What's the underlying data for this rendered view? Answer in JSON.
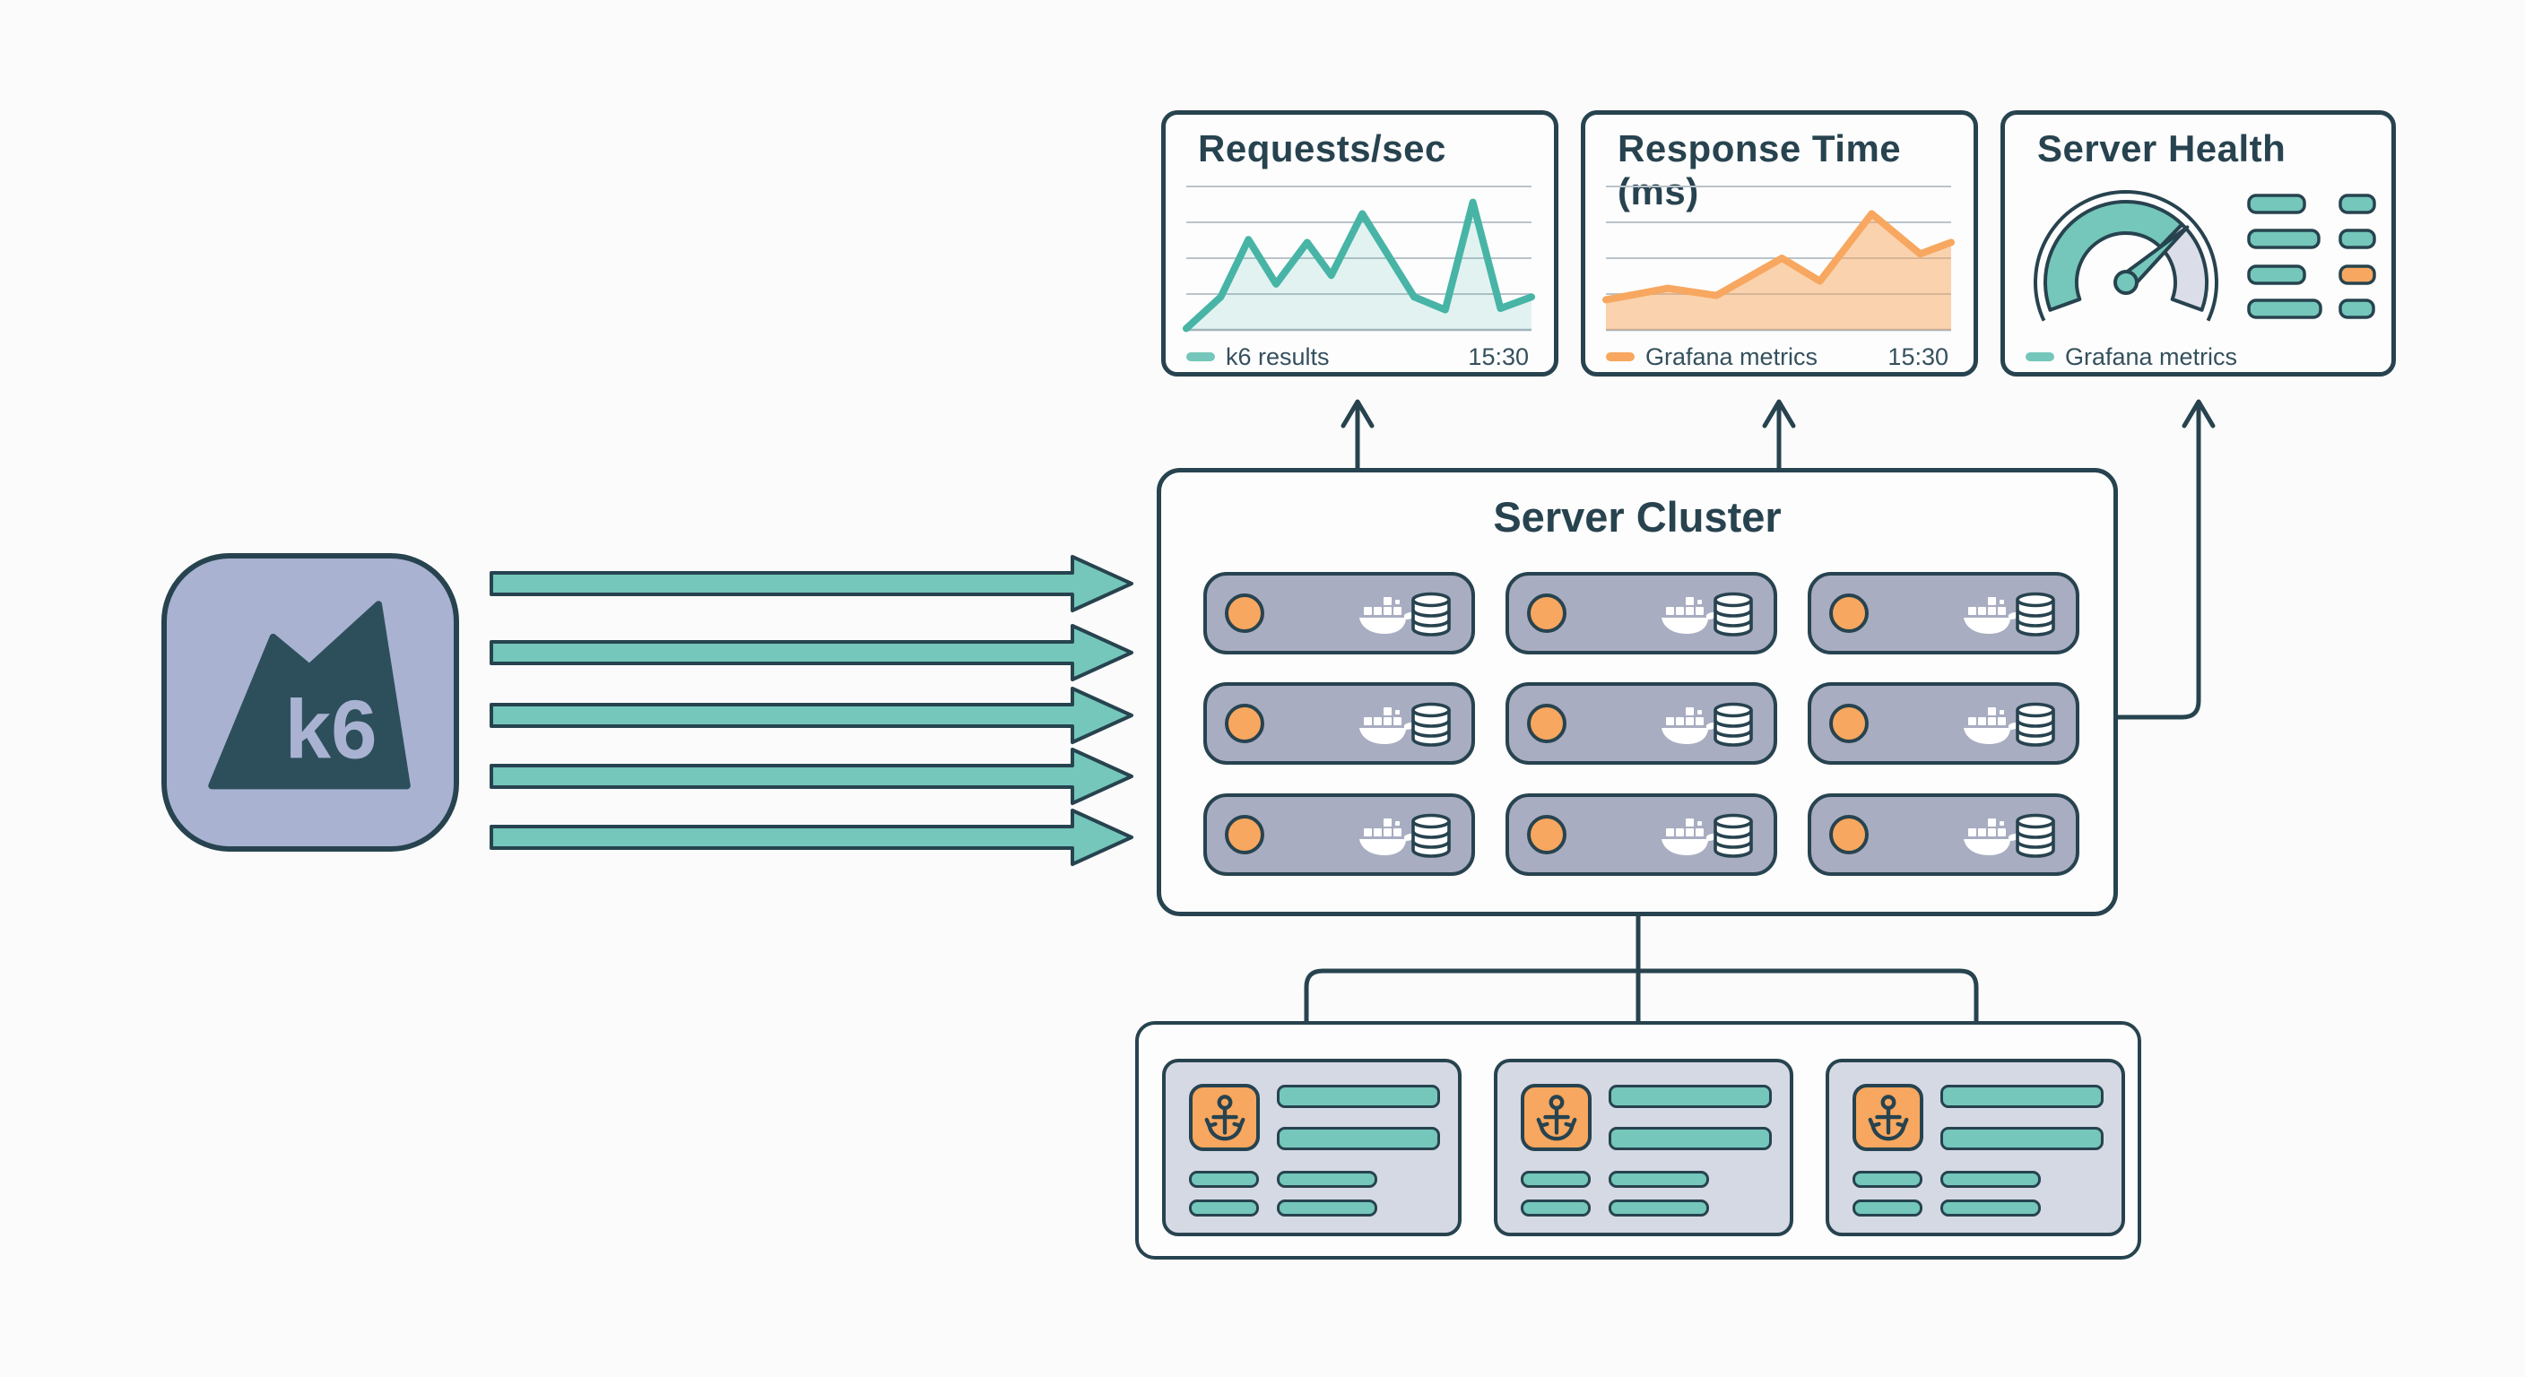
{
  "palette": {
    "ink": "#27434f",
    "teal": "#74c7ba",
    "teal_line": "#47b4a6",
    "orange": "#f7a75f",
    "lavender": "#a9b2d1",
    "mountain": "#2d4f5b",
    "node_gray": "#a8adc1",
    "card_gray": "#d5d9e4",
    "gauge_gray": "#dbdee8",
    "grid": "#b9c3cb",
    "panel_bg": "#fdfdfd",
    "page_bg": "#fafbfa"
  },
  "source": {
    "label": "k6",
    "icon": "k6-mountain-logo"
  },
  "load_arrows": {
    "count": 5,
    "icon": "arrow-right"
  },
  "cluster": {
    "title": "Server Cluster",
    "rows": 3,
    "cols": 3,
    "node_icons": [
      "status-circle",
      "docker-whale-icon",
      "database-icon"
    ]
  },
  "panels": {
    "requests": {
      "title": "Requests/sec",
      "legend": "k6 results",
      "timestamp": "15:30"
    },
    "response": {
      "title": "Response Time (ms)",
      "legend": "Grafana metrics",
      "timestamp": "15:30"
    },
    "health": {
      "title": "Server Health",
      "legend": "Grafana metrics"
    }
  },
  "containers": {
    "count": 3,
    "icon": "anchor-icon"
  },
  "chart_data": [
    {
      "type": "line",
      "title": "Requests/sec",
      "series": [
        {
          "name": "k6 results",
          "x": [
            0,
            10,
            18,
            26,
            35,
            42,
            51,
            66,
            75,
            83,
            91,
            100
          ],
          "values": [
            1,
            23,
            63,
            32,
            61,
            38,
            81,
            23,
            14,
            89,
            15,
            23
          ]
        }
      ],
      "xlim": [
        0,
        100
      ],
      "ylim": [
        0,
        100
      ],
      "grid": true,
      "gridlines": [
        25,
        50,
        75,
        100
      ],
      "legend_position": "bottom-left",
      "annotation": "15:30",
      "color": "#47b4a6",
      "area": true,
      "area_opacity": 0.15
    },
    {
      "type": "area",
      "title": "Response Time (ms)",
      "series": [
        {
          "name": "Grafana metrics",
          "x": [
            0,
            18,
            32,
            51,
            62,
            77,
            91,
            100
          ],
          "values": [
            21,
            29,
            24,
            50,
            34,
            81,
            53,
            61
          ]
        }
      ],
      "xlim": [
        0,
        100
      ],
      "ylim": [
        0,
        100
      ],
      "grid": true,
      "gridlines": [
        25,
        50,
        75,
        100
      ],
      "legend_position": "bottom-left",
      "annotation": "15:30",
      "color": "#f7a75f",
      "area": true,
      "area_opacity": 0.5
    },
    {
      "type": "gauge",
      "title": "Server Health",
      "value": 70,
      "min": 0,
      "max": 100,
      "legend": "Grafana metrics",
      "color": "#74c7ba",
      "track_color": "#dbdee8",
      "status_grid": {
        "left_column": [
          "ok",
          "ok",
          "ok",
          "ok"
        ],
        "right_column": [
          "ok",
          "ok",
          "warning",
          "ok"
        ],
        "ok_color": "#74c7ba",
        "warning_color": "#f7a75f"
      }
    }
  ]
}
